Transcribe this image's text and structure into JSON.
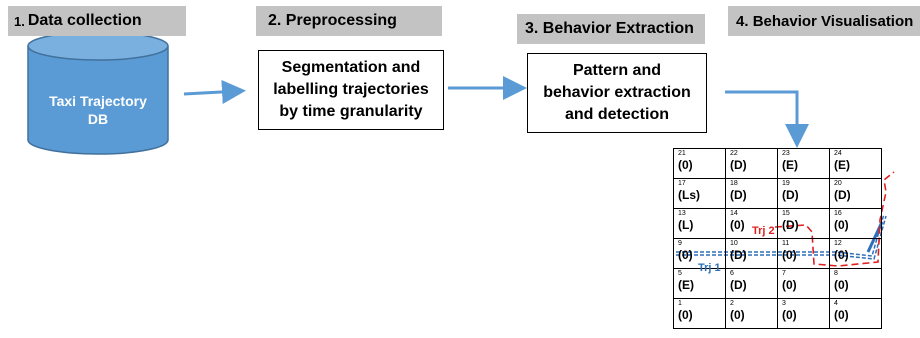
{
  "colors": {
    "accent_blue": "#5b9bd5",
    "trajectory_blue": "#2f6fba",
    "trajectory_red": "#e02020",
    "header_band": "#c3c3c3"
  },
  "stages": [
    {
      "num": "1.",
      "title": "Data collection"
    },
    {
      "num": "2.",
      "title": "Preprocessing"
    },
    {
      "num": "3.",
      "title": "Behavior Extraction"
    },
    {
      "num": "4.",
      "title": "Behavior Visualisation"
    }
  ],
  "database": {
    "line1": "Taxi Trajectory",
    "line2": "DB"
  },
  "process_boxes": [
    {
      "line1": "Segmentation and",
      "line2": "labelling  trajectories",
      "line3": "by time granularity"
    },
    {
      "line1": "Pattern and",
      "line2": "behavior extraction",
      "line3": "and detection"
    }
  ],
  "grid": {
    "rows": [
      [
        {
          "id": "21",
          "label": "(0)"
        },
        {
          "id": "22",
          "label": "(D)"
        },
        {
          "id": "23",
          "label": "(E)"
        },
        {
          "id": "24",
          "label": "(E)"
        }
      ],
      [
        {
          "id": "17",
          "label": "(Ls)"
        },
        {
          "id": "18",
          "label": "(D)"
        },
        {
          "id": "19",
          "label": "(D)"
        },
        {
          "id": "20",
          "label": "(D)"
        }
      ],
      [
        {
          "id": "13",
          "label": "(L)"
        },
        {
          "id": "14",
          "label": "(0)"
        },
        {
          "id": "15",
          "label": "(D)"
        },
        {
          "id": "16",
          "label": "(0)"
        }
      ],
      [
        {
          "id": "9",
          "label": "(0)"
        },
        {
          "id": "10",
          "label": "(D)"
        },
        {
          "id": "11",
          "label": "(0)"
        },
        {
          "id": "12",
          "label": "(0)"
        }
      ],
      [
        {
          "id": "5",
          "label": "(E)"
        },
        {
          "id": "6",
          "label": "(D)"
        },
        {
          "id": "7",
          "label": "(0)"
        },
        {
          "id": "8",
          "label": "(0)"
        }
      ],
      [
        {
          "id": "1",
          "label": "(0)"
        },
        {
          "id": "2",
          "label": "(0)"
        },
        {
          "id": "3",
          "label": "(0)"
        },
        {
          "id": "4",
          "label": "(0)"
        }
      ]
    ],
    "trajectories": [
      {
        "name": "Trj 1"
      },
      {
        "name": "Trj 2"
      }
    ]
  }
}
